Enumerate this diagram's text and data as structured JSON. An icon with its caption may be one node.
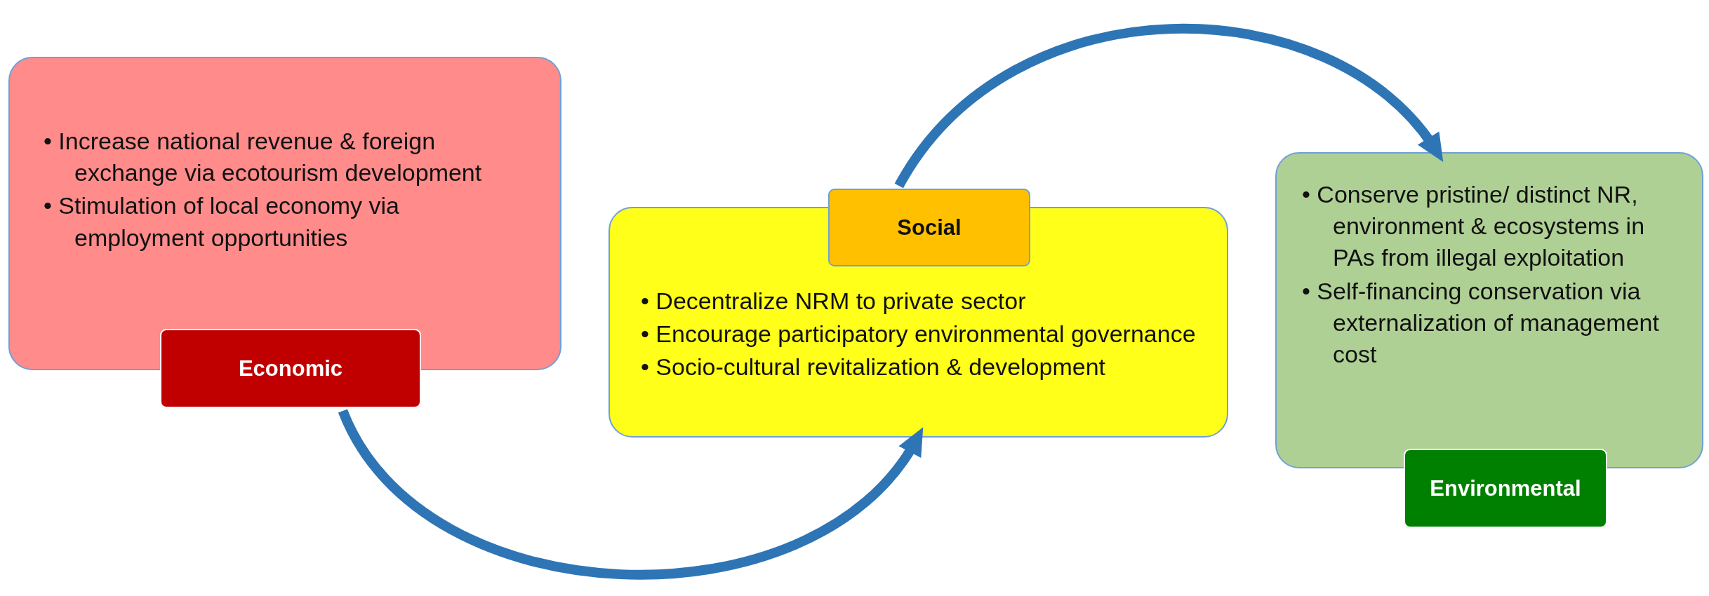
{
  "diagram": {
    "nodes": [
      {
        "text": [
          "• Increase national revenue & foreign exchange via ecotourism development",
          "• Stimulation of local economy via employment opportunities"
        ]
      },
      {
        "text": [
          "Economic"
        ]
      },
      {
        "text": [
          "Social"
        ]
      },
      {
        "text": [
          "• Decentralize NRM to private sector",
          "• Encourage participatory environmental governance",
          "• Socio-cultural revitalization & development"
        ]
      },
      {
        "text": [
          "• Conserve pristine/ distinct NR, environment & ecosystems in PAs from illegal exploitation",
          "• Self-financing conservation via externalization of management cost"
        ]
      },
      {
        "text": [
          "Environmental"
        ]
      }
    ],
    "edges": [
      {
        "from": 1,
        "to": 3,
        "arrow": "to"
      },
      {
        "from": 2,
        "to": 4,
        "arrow": "to"
      }
    ]
  }
}
